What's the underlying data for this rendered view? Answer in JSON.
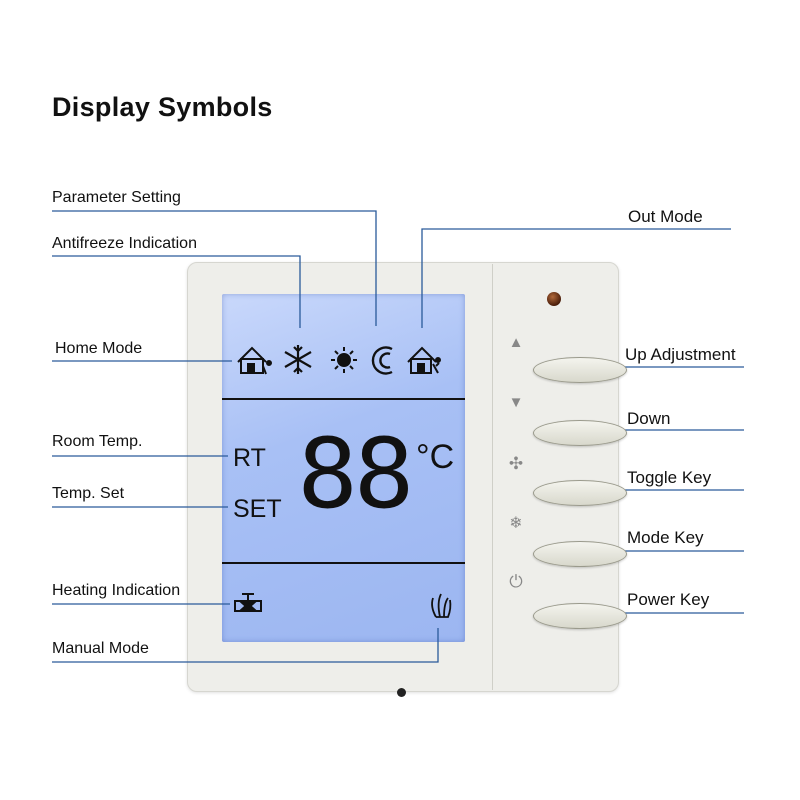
{
  "title": "Display Symbols",
  "labels_left": {
    "parameter_setting": "Parameter Setting",
    "antifreeze": "Antifreeze Indication",
    "home_mode": "Home Mode",
    "room_temp": "Room Temp.",
    "temp_set": "Temp. Set",
    "heating": "Heating Indication",
    "manual": "Manual Mode"
  },
  "labels_right": {
    "out_mode": "Out Mode",
    "up": "Up Adjustment",
    "down": "Down",
    "toggle": "Toggle Key",
    "mode": "Mode Key",
    "power": "Power Key"
  },
  "lcd": {
    "rt": "RT",
    "set": "SET",
    "digits": "88",
    "unit": "°C"
  },
  "icons": {
    "top_row": [
      "home-icon",
      "snowflake-icon",
      "sun-icon",
      "moon-icon",
      "out-home-icon"
    ],
    "heating": "valve-icon",
    "manual": "hand-icon",
    "side": [
      "up-arrow-icon",
      "down-arrow-icon",
      "fan-icon",
      "snowflake-icon",
      "power-icon"
    ]
  },
  "colors": {
    "lcd": "#a8c0f5",
    "housing": "#eeeeea",
    "leader": "#2a5a9a"
  }
}
